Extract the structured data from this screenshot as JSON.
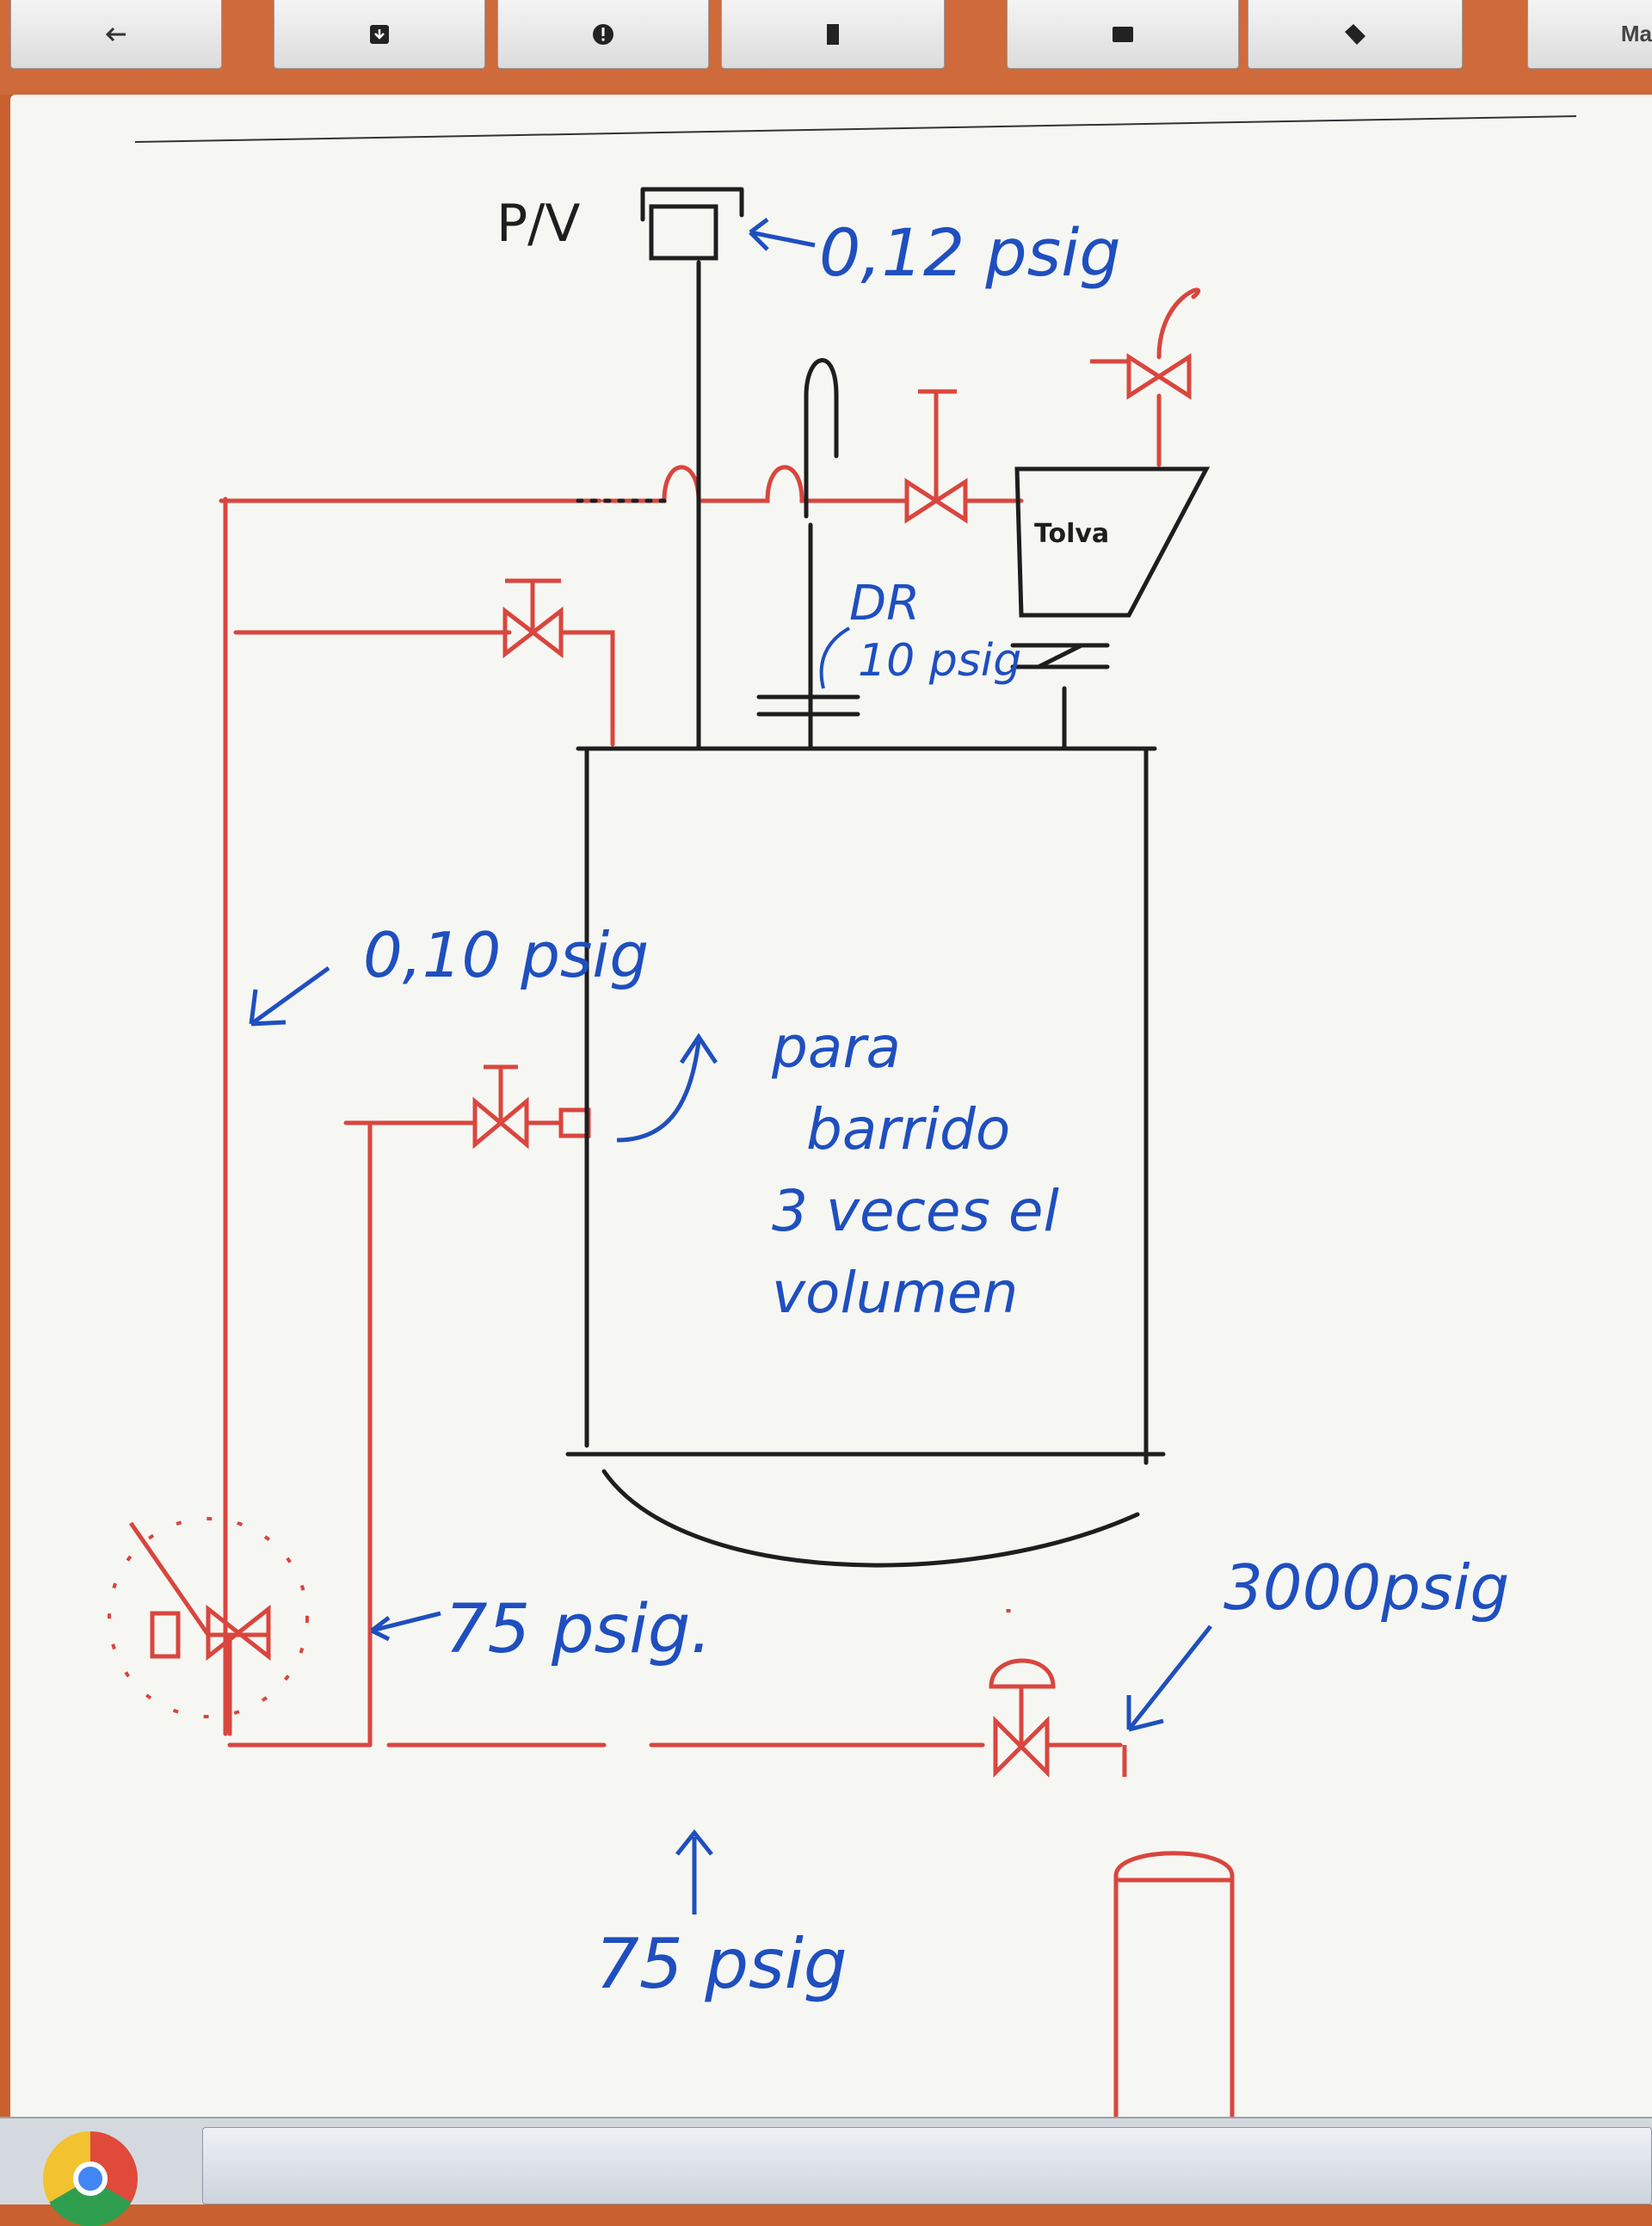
{
  "toolbar": {
    "buttons": [
      {
        "name": "back-button",
        "icon": "back-arrow-icon"
      },
      {
        "name": "save-button",
        "icon": "save-icon"
      },
      {
        "name": "info-button",
        "icon": "alert-icon"
      },
      {
        "name": "document-button",
        "icon": "document-icon"
      },
      {
        "name": "folder-button",
        "icon": "folder-icon"
      },
      {
        "name": "tag-button",
        "icon": "tag-icon"
      }
    ],
    "right_label": "Ma"
  },
  "drawing": {
    "labels": {
      "pv": "P/V",
      "pv_pressure": "0,12 psig",
      "tolva": "Tolva",
      "dr": "DR",
      "dr_pressure": "10 psig",
      "line_pressure": "0,10 psig",
      "purge_note": [
        "para",
        "barrido",
        "3 veces el",
        "volumen"
      ],
      "regulator_pressure": "75 psig.",
      "header_pressure": "75 psig",
      "cylinder_pressure": "3000psig"
    },
    "colors": {
      "ink": "#1e1e1e",
      "red_line": "#d9463e",
      "blue_note": "#1f4fbf"
    }
  },
  "taskbar": {
    "items": [
      "chrome-icon",
      "window-item"
    ]
  }
}
